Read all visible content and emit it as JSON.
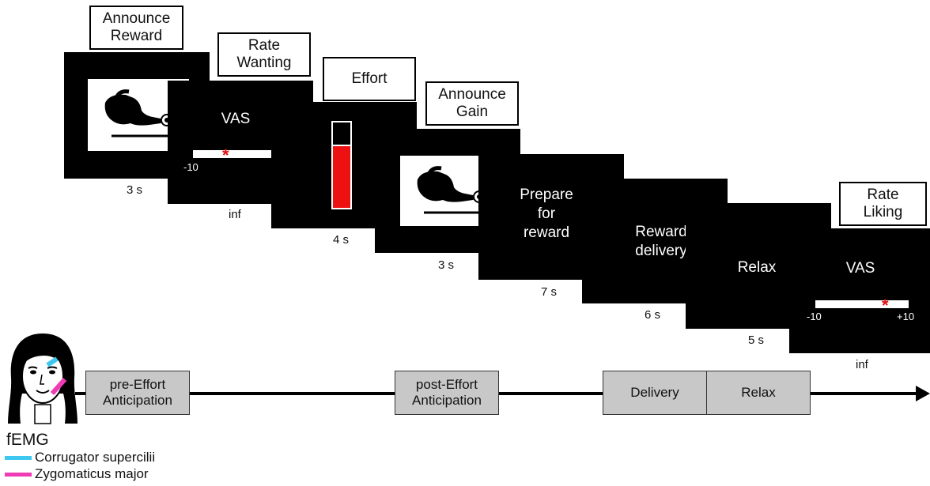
{
  "screens": {
    "announce_reward": {
      "label": "Announce\nReward",
      "duration": "3 s"
    },
    "rate_wanting": {
      "label": "Rate\nWanting",
      "text": "VAS",
      "vas_min": "-10",
      "duration": "inf"
    },
    "effort": {
      "label": "Effort",
      "duration": "4 s",
      "level": 0.72
    },
    "announce_gain": {
      "label": "Announce\nGain",
      "duration": "3 s"
    },
    "prepare": {
      "text": "Prepare\nfor\nreward",
      "duration": "7 s"
    },
    "reward_delivery": {
      "text": "Reward\ndelivery",
      "duration": "6 s"
    },
    "relax": {
      "text": "Relax",
      "duration": "5 s"
    },
    "rate_liking": {
      "label": "Rate\nLiking",
      "text": "VAS",
      "vas_min": "-10",
      "vas_max": "+10",
      "duration": "inf"
    }
  },
  "timeline": {
    "phases": {
      "pre_effort": "pre-Effort\nAnticipation",
      "post_effort": "post-Effort\nAnticipation",
      "delivery": "Delivery",
      "relax": "Relax"
    }
  },
  "legend": {
    "title": "fEMG",
    "items": [
      {
        "label": "Corrugator supercilii",
        "color": "#3ec8f0"
      },
      {
        "label": "Zygomaticus major",
        "color": "#f03cb4"
      }
    ]
  },
  "colors": {
    "effort_fill": "#ee1111",
    "vas_star": "#e01010"
  }
}
